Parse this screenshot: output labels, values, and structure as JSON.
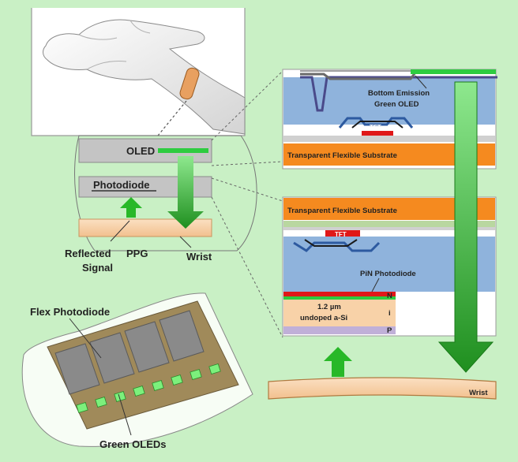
{
  "colors": {
    "background": "#c9f0c5",
    "oled_green": "#2ecc40",
    "arrow_green": "#28b828",
    "substrate_orange": "#f58a1f",
    "encapsulation_blue": "#8fb3dc",
    "wrist_skin": "#f8d2a8",
    "tft_red": "#e01818",
    "layer_gray": "#b8b8b8"
  },
  "left_stack": {
    "oled_label": "OLED",
    "photodiode_label": "Photodiode",
    "reflected_label_line1": "Reflected",
    "ppg_label": "PPG",
    "reflected_label_line2": "Signal",
    "wrist_label": "Wrist"
  },
  "top_right_panel": {
    "emission_label_line1": "Bottom Emission",
    "emission_label_line2": "Green OLED",
    "tft_label": "TFT",
    "substrate_label": "Transparent Flexible Substrate"
  },
  "bottom_right_panel": {
    "substrate_label": "Transparent Flexible Substrate",
    "tft_label": "TFT",
    "pin_label": "PiN Photodiode",
    "n_label": "N",
    "i_label": "i",
    "p_label": "P",
    "thickness_label": "1.2 µm",
    "undoped_label": "undoped a-Si"
  },
  "wrist_bar_label": "Wrist",
  "flex_device": {
    "photodiode_label": "Flex Photodiode",
    "oleds_label": "Green OLEDs"
  },
  "icons": {
    "hand": "hand-illustration-icon",
    "sensor_patch": "wrist-sensor-patch-icon"
  }
}
